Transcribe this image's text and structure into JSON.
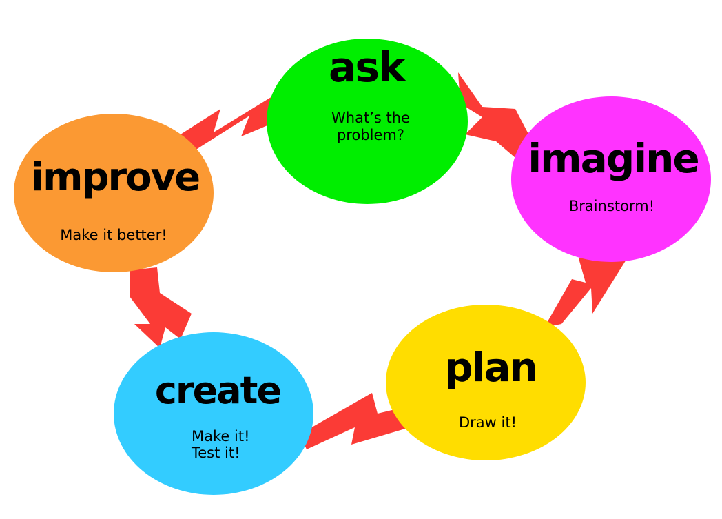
{
  "stages": [
    {
      "id": "ask",
      "title": "ask",
      "desc_lines": [
        "What’s the",
        "problem?"
      ],
      "color": "#00ee00"
    },
    {
      "id": "imagine",
      "title": "imagine",
      "desc_lines": [
        "Brainstorm!"
      ],
      "color": "#ff33ff"
    },
    {
      "id": "plan",
      "title": "plan",
      "desc_lines": [
        "Draw it!"
      ],
      "color": "#ffdd00"
    },
    {
      "id": "create",
      "title": "create",
      "desc_lines": [
        "Make it!",
        "Test it!"
      ],
      "color": "#33ccff"
    },
    {
      "id": "improve",
      "title": "improve",
      "desc_lines": [
        "Make it better!"
      ],
      "color": "#fb9933"
    }
  ],
  "connector_color": "#fb3b36"
}
